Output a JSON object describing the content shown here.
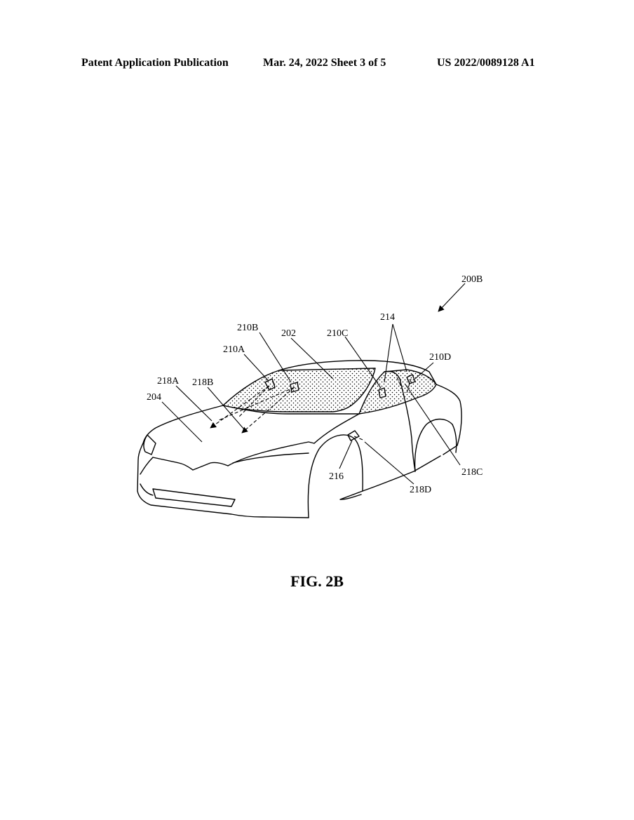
{
  "header": {
    "left": "Patent Application Publication",
    "middle": "Mar. 24, 2022  Sheet 3 of 5",
    "right": "US 2022/0089128 A1"
  },
  "figure": {
    "caption": "FIG. 2B",
    "labels": {
      "l200B": "200B",
      "l214": "214",
      "l210B": "210B",
      "l202": "202",
      "l210C": "210C",
      "l210D": "210D",
      "l210A": "210A",
      "l218A": "218A",
      "l218B": "218B",
      "l204": "204",
      "l216": "216",
      "l218C": "218C",
      "l218D": "218D"
    }
  }
}
